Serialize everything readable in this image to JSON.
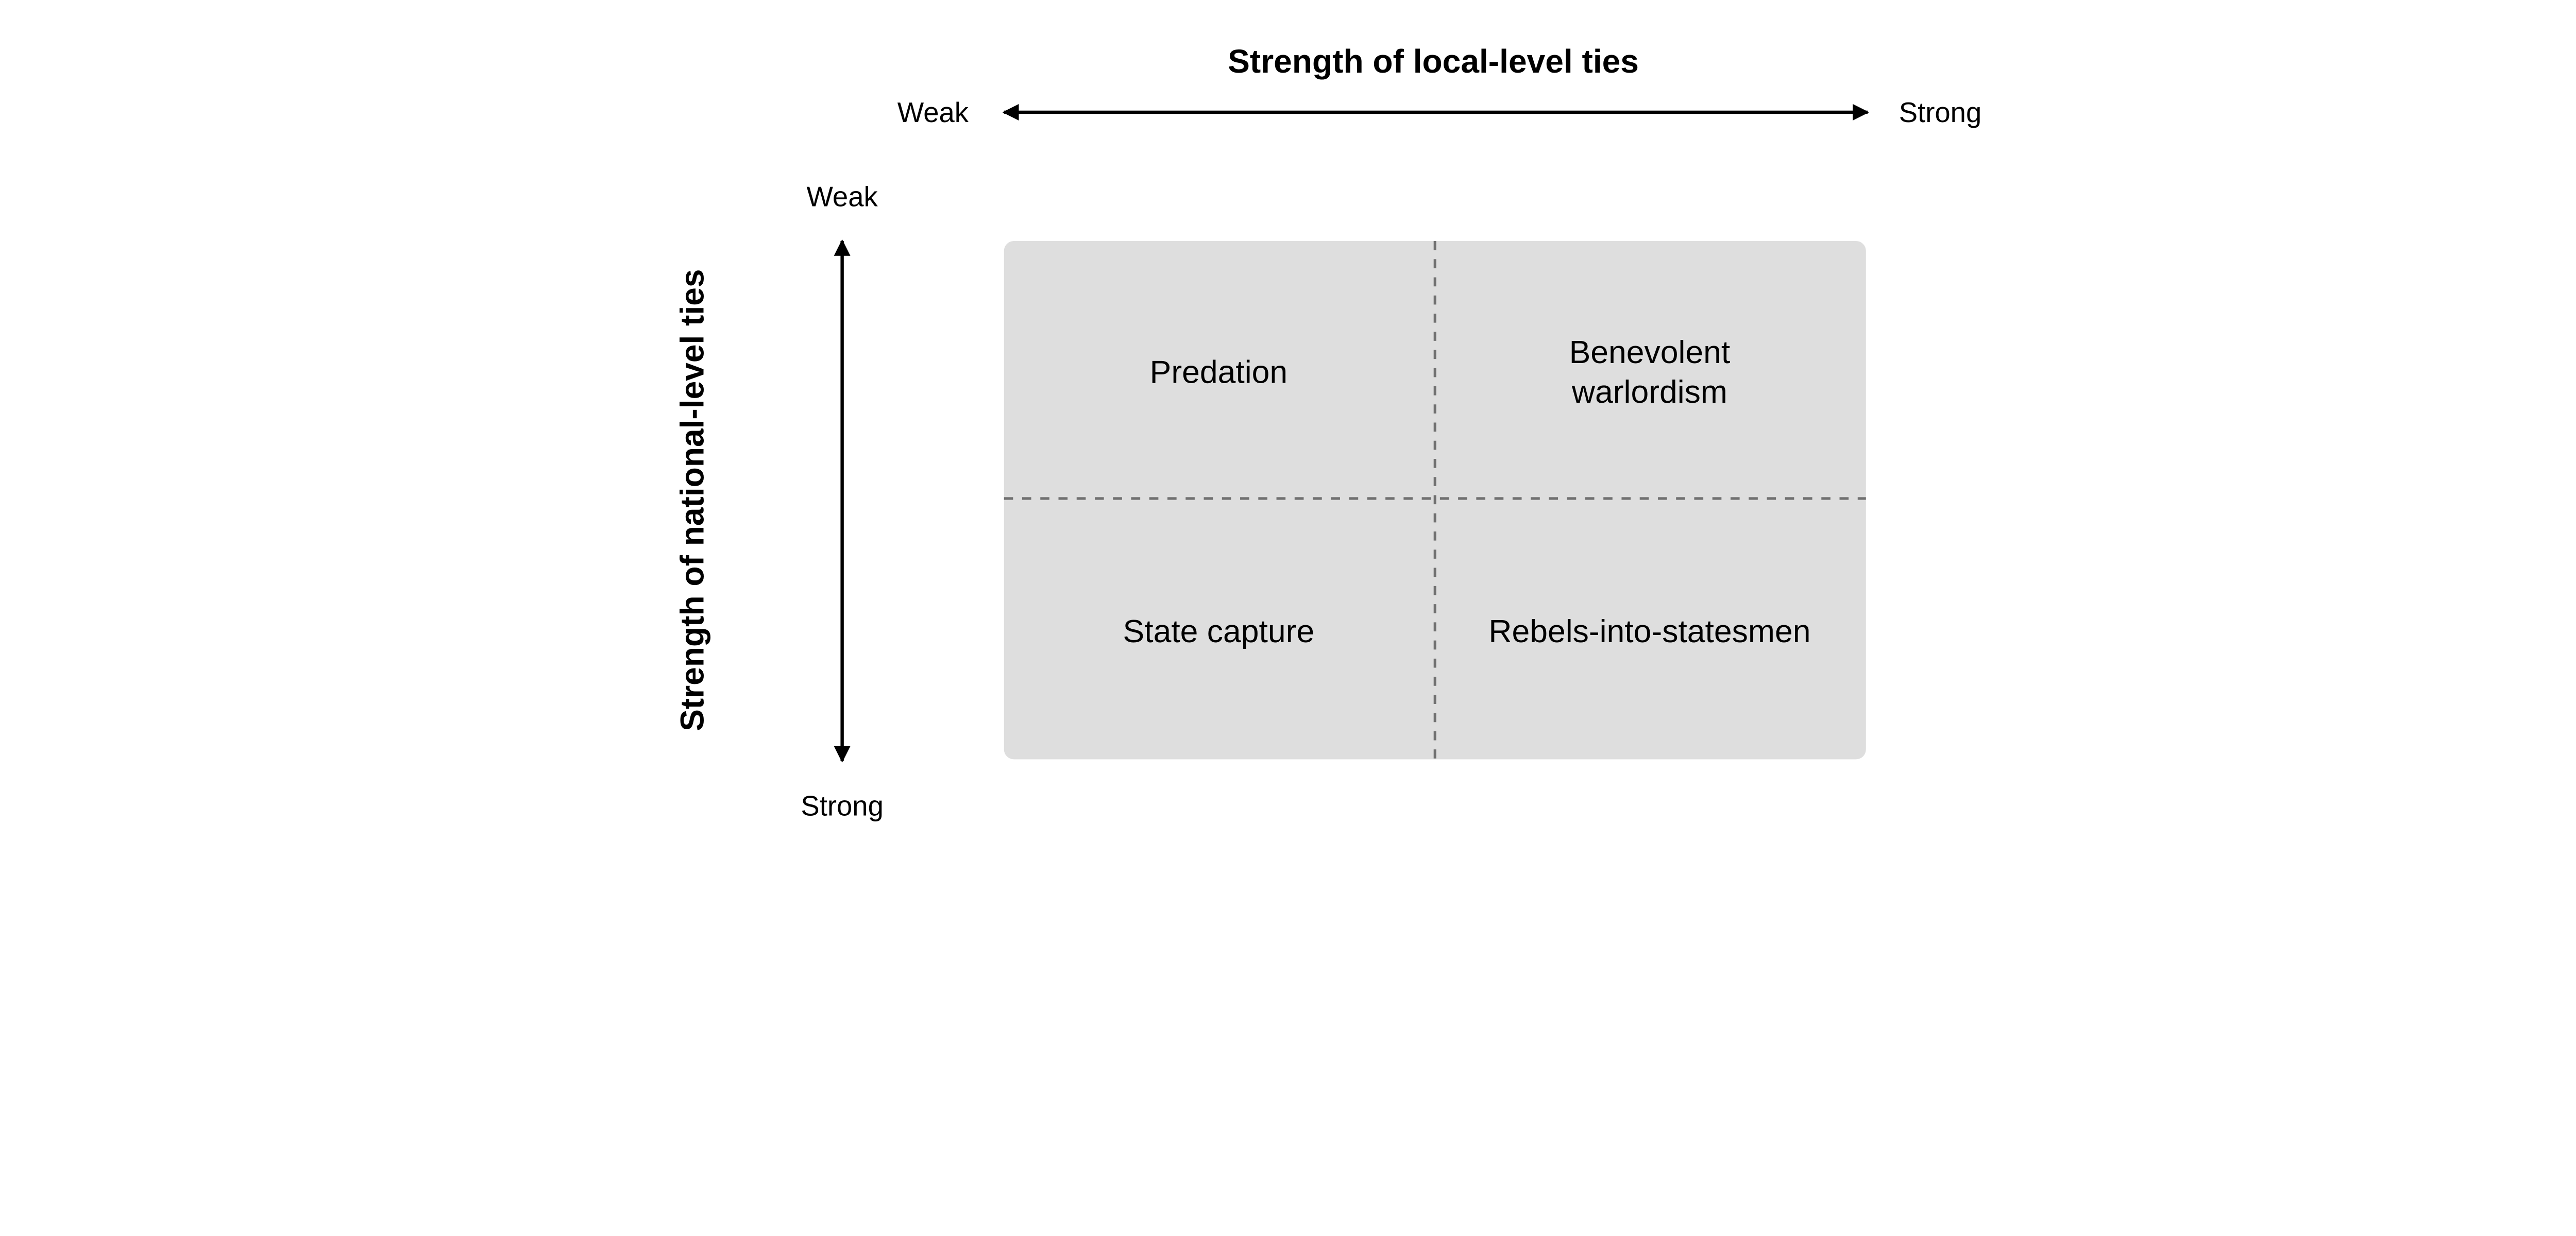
{
  "x_axis": {
    "title": "Strength of local-level ties",
    "left_label": "Weak",
    "right_label": "Strong"
  },
  "y_axis": {
    "title": "Strength of national-level ties",
    "top_label": "Weak",
    "bottom_label": "Strong"
  },
  "quadrants": {
    "top_left": [
      "Predation"
    ],
    "top_right": [
      "Benevolent",
      "warlordism"
    ],
    "bottom_left": [
      "State capture"
    ],
    "bottom_right": [
      "Rebels-into-statesmen"
    ]
  },
  "colors": {
    "quadrant_fill": "#dedede",
    "divider": "#707070",
    "arrow": "#000000"
  }
}
